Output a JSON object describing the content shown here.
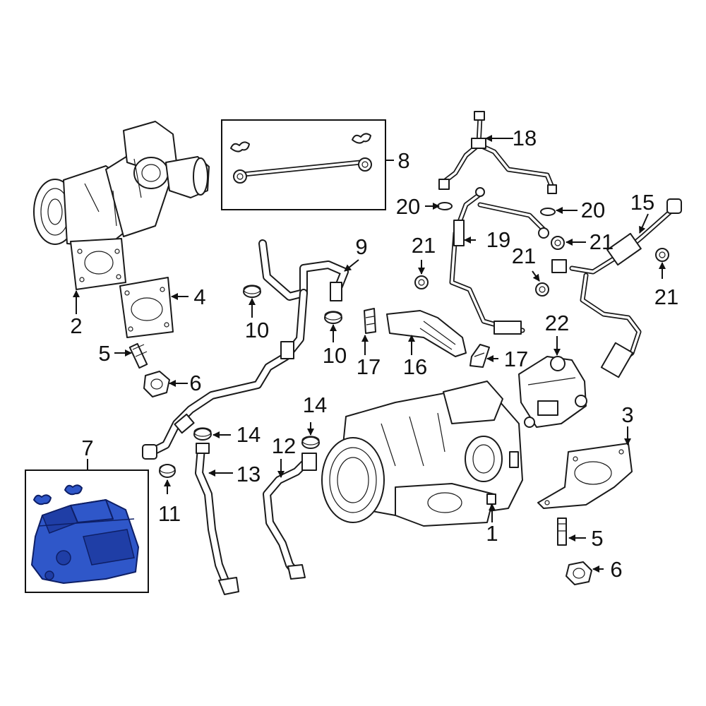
{
  "colors": {
    "highlight": "#2f57c9",
    "outline": "#1a1a1a",
    "background": "#ffffff"
  },
  "callouts": {
    "c1": "1",
    "c2": "2",
    "c3": "3",
    "c4": "4",
    "c5a": "5",
    "c5b": "5",
    "c6a": "6",
    "c6b": "6",
    "c7": "7",
    "c8": "8",
    "c9": "9",
    "c10a": "10",
    "c10b": "10",
    "c11": "11",
    "c12": "12",
    "c13": "13",
    "c14a": "14",
    "c14b": "14",
    "c15": "15",
    "c16": "16",
    "c17a": "17",
    "c17b": "17",
    "c18": "18",
    "c19": "19",
    "c20a": "20",
    "c20b": "20",
    "c21a": "21",
    "c21b": "21",
    "c21c": "21",
    "c21d": "21",
    "c22": "22"
  },
  "highlighted_part": "7"
}
